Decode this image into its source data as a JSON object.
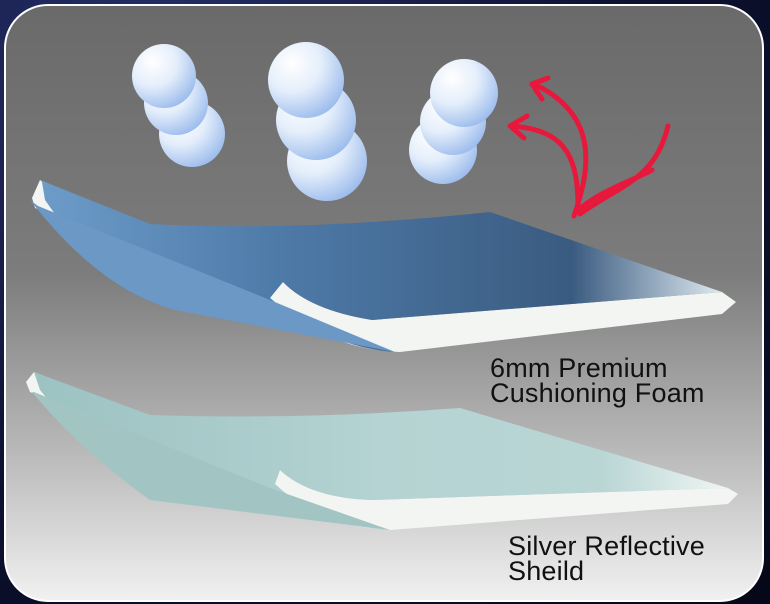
{
  "labels": {
    "foam": {
      "line1": "6mm Premium",
      "line2": "Cushioning Foam"
    },
    "shield": {
      "line1": "Silver Reflective",
      "line2": "Sheild"
    }
  },
  "colors": {
    "foam_layer": "#3d5f85",
    "shield_layer": "#b4d3d2",
    "layer_edge": "#f3f5f3",
    "arrows": "#e8183c",
    "bubbles": "#a9c8f2"
  }
}
